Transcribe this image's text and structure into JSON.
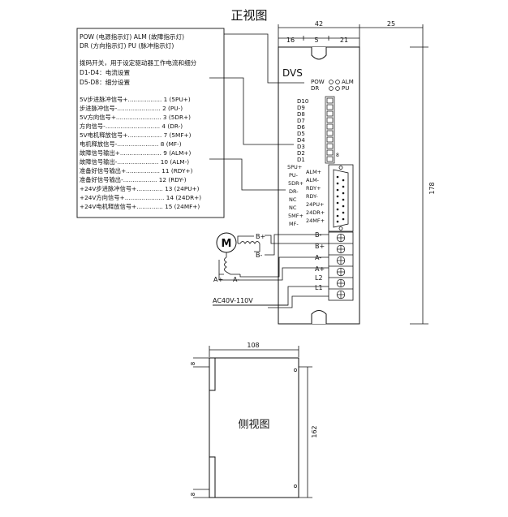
{
  "front_view": {
    "title": "正视图",
    "brand": "DVS",
    "led_labels": [
      "POW",
      "ALM",
      "DR",
      "PU"
    ],
    "dip_labels": [
      "D10",
      "D9",
      "D8",
      "D7",
      "D6",
      "D5",
      "D4",
      "D3",
      "D2",
      "D1"
    ],
    "dip_on": "8",
    "db_left": [
      "5PU+",
      "PU-",
      "5DR+",
      "DR-",
      "NC",
      "NC",
      "5MF+",
      "MF-"
    ],
    "db_right": [
      "ALM+",
      "ALM-",
      "RDY+",
      "RDY-",
      "24PU+",
      "24DR+",
      "24MF+"
    ],
    "terminals": [
      "B-",
      "B+",
      "A-",
      "A+",
      "L2",
      "L1"
    ],
    "dims": {
      "width": "42",
      "right_gap": "25",
      "seg_a": "16",
      "seg_b": "5",
      "seg_c": "21",
      "height": "178"
    }
  },
  "notes": {
    "led_line1": "POW (电源指示灯)   ALM (故障指示灯)",
    "led_line2": "DR (方向指示灯)   PU (脉冲指示灯)",
    "dip_title": "拨码开关，用于设定驱动器工作电流和细分",
    "dip_d1_d4": "D1-D4：电流设置",
    "dip_d5_d8": "D5-D8：细分设置",
    "signals": [
      "5V步进脉冲信号+.................. 1 (5PU+)",
      "步进脉冲信号-....................... 2 (PU-)",
      "5V方向信号+........................ 3 (5DR+)",
      "方向信号-............................. 4 (DR-)",
      "5V电机释放信号+.................. 7 (5MF+)",
      "电机释放信号-...................... 8 (MF-)",
      "故障信号输出+...................... 9 (ALM+)",
      "故障信号输出-...................... 10 (ALM-)",
      "准备好信号输出+.................. 11 (RDY+)",
      "准备好信号输出-.................. 12 (RDY-)",
      "+24V步进脉冲信号+.............. 13 (24PU+)",
      "+24V方向信号+..................... 14 (24DR+)",
      "+24V电机释放信号+.............. 15 (24MF+)"
    ]
  },
  "motor": {
    "symbol": "M",
    "b_plus": "B+",
    "b_minus": "B-",
    "a_plus": "A+",
    "a_minus": "A-"
  },
  "power": {
    "label": "AC40V-110V"
  },
  "side_view": {
    "title": "侧视图",
    "dims": {
      "width": "108",
      "height": "162",
      "top": "8",
      "bottom": "8"
    }
  }
}
